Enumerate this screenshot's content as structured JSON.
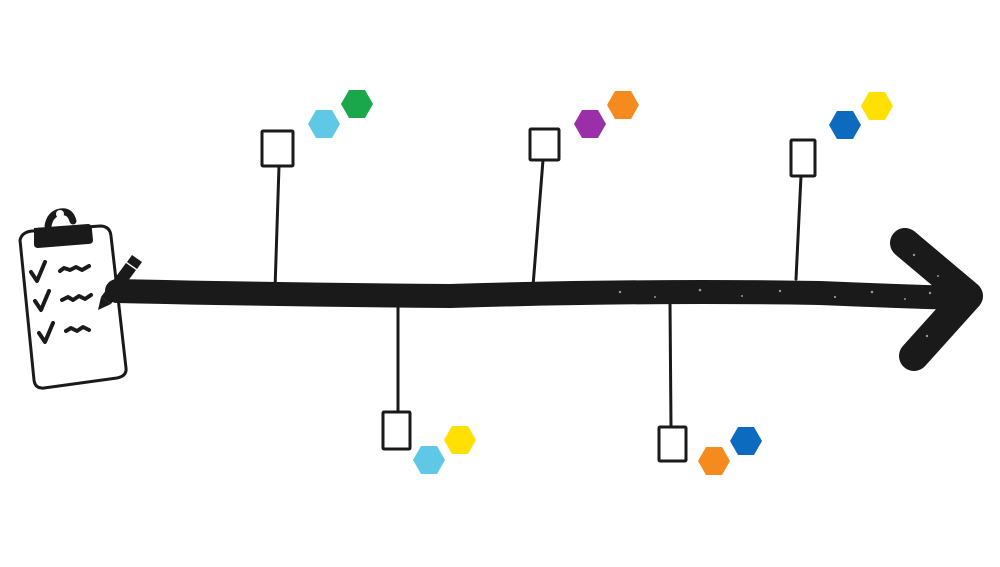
{
  "colors": {
    "ink": "#1a1a1a",
    "paper": "#ffffff",
    "clip": "#1a1a1a",
    "green": "#1aa64a",
    "light_blue": "#5ec8e6",
    "purple": "#9b2fa8",
    "orange": "#f58a1f",
    "blue": "#0d6bbf",
    "yellow": "#ffe000"
  },
  "icons": {
    "start": "clipboard-checklist-icon",
    "pencil": "pencil-icon",
    "end": "arrow-head-icon",
    "marker": "hexagon-icon"
  },
  "milestones": [
    {
      "id": 1,
      "side": "top",
      "hexagons": [
        "light_blue",
        "green"
      ]
    },
    {
      "id": 2,
      "side": "bottom",
      "hexagons": [
        "light_blue",
        "yellow"
      ]
    },
    {
      "id": 3,
      "side": "top",
      "hexagons": [
        "purple",
        "orange"
      ]
    },
    {
      "id": 4,
      "side": "bottom",
      "hexagons": [
        "orange",
        "blue"
      ]
    },
    {
      "id": 5,
      "side": "top",
      "hexagons": [
        "blue",
        "yellow"
      ]
    }
  ]
}
